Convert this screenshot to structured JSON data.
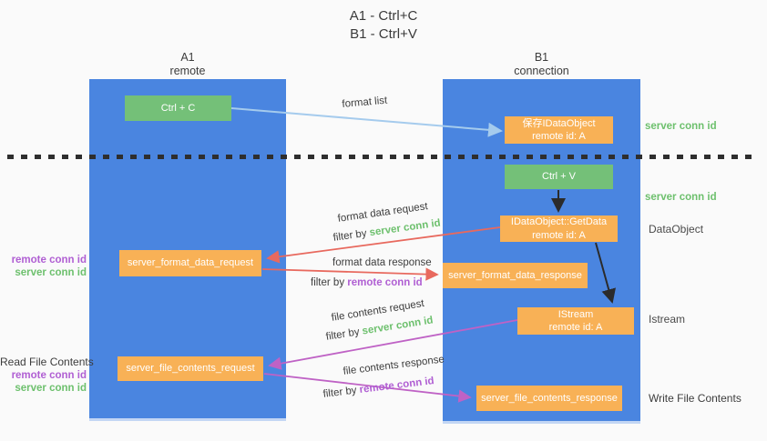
{
  "colors": {
    "lane_blue": "#4a85e0",
    "box_green": "#74c078",
    "box_orange": "#f8b156",
    "arrow_light_blue": "#a5cbed",
    "arrow_red": "#e8695e",
    "arrow_magenta": "#bf62c5",
    "arrow_black": "#2b2b2b",
    "text_green": "#6dc06d",
    "text_purple": "#b05fd3"
  },
  "title": {
    "line1": "A1 - Ctrl+C",
    "line2": "B1 - Ctrl+V"
  },
  "lanes": {
    "left": {
      "name": "A1",
      "type": "remote"
    },
    "right": {
      "name": "B1",
      "type": "connection"
    }
  },
  "nodes": {
    "ctrl_c": {
      "label": "Ctrl + C"
    },
    "save_dataobject": {
      "line1": "保存IDataObject",
      "line2": "remote id: A"
    },
    "ctrl_v": {
      "label": "Ctrl + V"
    },
    "getdata": {
      "line1": "IDataObject::GetData",
      "line2": "remote id: A"
    },
    "format_request": {
      "label": "server_format_data_request"
    },
    "format_response": {
      "label": "server_format_data_response"
    },
    "istream": {
      "line1": "IStream",
      "line2": "remote id: A"
    },
    "file_request": {
      "label": "server_file_contents_request"
    },
    "file_response": {
      "label": "server_file_contents_response"
    }
  },
  "flow_labels": {
    "format_list": "format list",
    "format_request": "format data request",
    "format_request_filter": {
      "prefix": "filter by ",
      "key": "server conn id"
    },
    "format_response": "format data response",
    "format_response_filter": {
      "prefix": "filter by ",
      "key": "remote conn id"
    },
    "file_request": "file contents request",
    "file_request_filter": {
      "prefix": "filter by ",
      "key": "server conn id"
    },
    "file_response": "file contents response",
    "file_response_filter": {
      "prefix": "filter by ",
      "key": "remote conn id"
    }
  },
  "side_labels": {
    "server_conn_top": "server conn id",
    "server_conn_mid": "server conn id",
    "dataobject": "DataObject",
    "istream": "Istream",
    "write_file": "Write File Contents",
    "read_file": "Read File Contents",
    "upper_remote_conn": "remote conn id",
    "upper_server_conn": "server conn id",
    "read_remote_conn": "remote conn id",
    "read_server_conn": "server conn id"
  }
}
